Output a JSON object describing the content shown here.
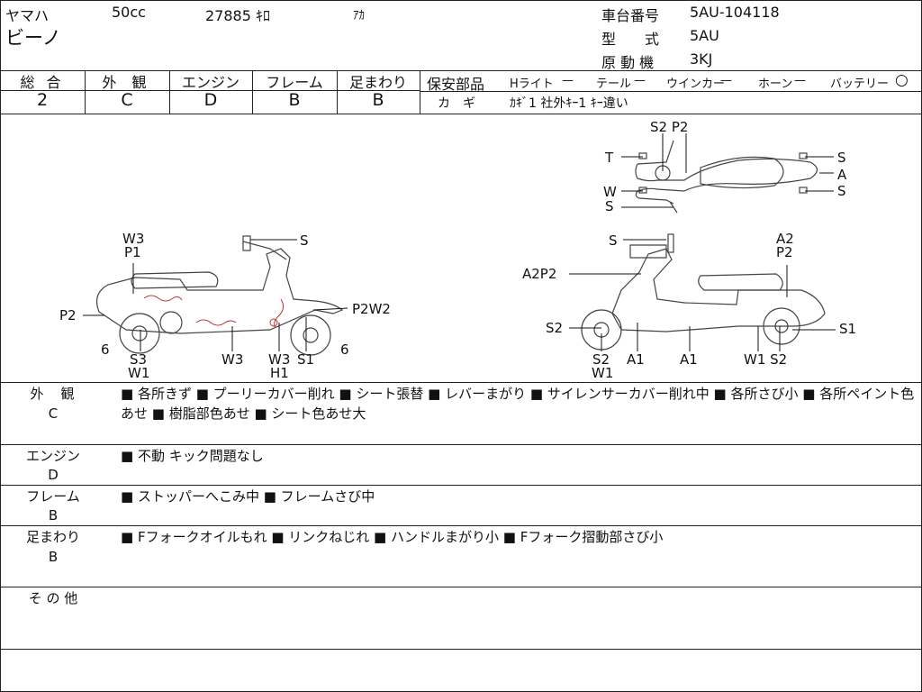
{
  "header": {
    "maker": "ヤマハ",
    "displacement": "50cc",
    "mileage": "27885 ｷﾛ",
    "color": "ｱｶ",
    "model_name": "ビーノ",
    "frame_no_label": "車台番号",
    "frame_no": "5AU-104118",
    "type_label": "型　　式",
    "type_value": "5AU",
    "engine_label": "原 動 機",
    "engine_value": "3KJ"
  },
  "grades": {
    "overall": {
      "label": "総 合",
      "value": "2"
    },
    "exterior": {
      "label": "外 観",
      "value": "C"
    },
    "engine": {
      "label": "エンジン",
      "value": "D"
    },
    "frame": {
      "label": "フレーム",
      "value": "B"
    },
    "suspension": {
      "label": "足まわり",
      "value": "B"
    }
  },
  "safety": {
    "label": "保安部品",
    "items": [
      {
        "name": "Hライト",
        "mark": "—"
      },
      {
        "name": "テール",
        "mark": "—"
      },
      {
        "name": "ウインカー",
        "mark": "—"
      },
      {
        "name": "ホーン",
        "mark": "—"
      },
      {
        "name": "バッテリー",
        "mark": "○"
      }
    ],
    "key_label": "カ　ギ",
    "key_value": "ｶｷﾞ1 社外ｷｰ1 ｷｰ違い"
  },
  "diagram_labels": {
    "top_S2P2": "S2 P2",
    "top_T": "T",
    "top_W": "W",
    "top_S_bottom": "S",
    "top_S_r1": "S",
    "top_A": "A",
    "top_S_r2": "S",
    "left_W3P1_a": "W3",
    "left_W3P1_b": "P1",
    "left_S": "S",
    "left_P2": "P2",
    "left_P2W2": "P2W2",
    "left_6a": "6",
    "left_6b": "6",
    "left_S3": "S3",
    "left_W1": "W1",
    "left_W3": "W3",
    "left_W3H1_a": "W3",
    "left_W3H1_b": "H1",
    "left_S1": "S1",
    "right_S": "S",
    "right_A2P2_a": "A2",
    "right_A2P2_b": "P2",
    "right_A2P2_left": "A2P2",
    "right_S2_left": "S2",
    "right_S2W1_a": "S2",
    "right_S2W1_b": "W1",
    "right_A1a": "A1",
    "right_A1b": "A1",
    "right_W1S2": "W1 S2",
    "right_S1": "S1"
  },
  "sections": {
    "exterior": {
      "label": "外　観",
      "grade": "C",
      "text": "■ 各所きず ■ プーリーカバー削れ ■ シート張替 ■ レバーまがり ■ サイレンサーカバー削れ中 ■ 各所さび小 ■ 各所ペイント色あせ ■ 樹脂部色あせ ■ シート色あせ大"
    },
    "engine": {
      "label": "エンジン",
      "grade": "D",
      "text": "■ 不動 キック問題なし"
    },
    "frame": {
      "label": "フレーム",
      "grade": "B",
      "text": "■ ストッパーへこみ中 ■ フレームさび中"
    },
    "suspension": {
      "label": "足まわり",
      "grade": "B",
      "text": "■ Fフォークオイルもれ ■ リンクねじれ ■ ハンドルまがり小 ■ Fフォーク摺動部さび小"
    },
    "other": {
      "label": "そ の 他",
      "text": ""
    }
  }
}
